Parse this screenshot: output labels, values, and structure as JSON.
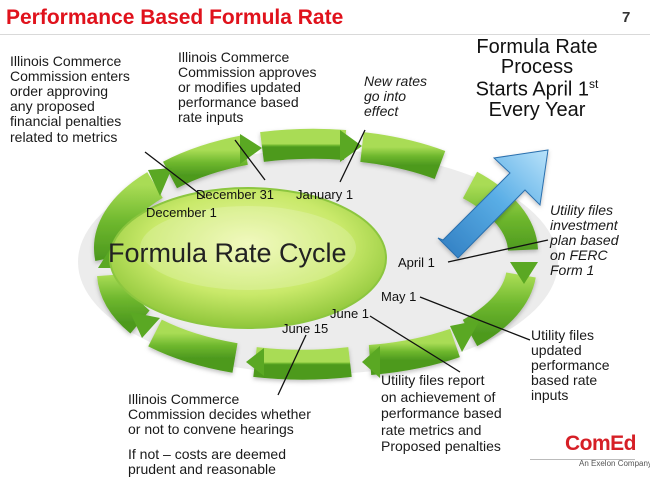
{
  "header": {
    "title": "Performance Based Formula Rate",
    "page_number": "7"
  },
  "center_label": "Formula Rate Cycle",
  "process_note": "Formula Rate\nProcess\nStarts April 1",
  "process_note_sup": "st",
  "process_note_tail": "Every Year",
  "dates": {
    "dec31": "December 31",
    "jan1": "January 1",
    "dec1": "December 1",
    "apr1": "April 1",
    "may1": "May 1",
    "jun1": "June 1",
    "jun15": "June 15"
  },
  "callouts": {
    "icc_order": "Illinois Commerce\nCommission enters\norder approving\nany proposed\nfinancial penalties\nrelated to metrics",
    "icc_approves": "Illinois Commerce\nCommission approves\nor modifies updated\nperformance based\nrate inputs",
    "new_rates": "New rates\ngo into\neffect",
    "investment_plan": "Utility files\ninvestment\nplan based\non FERC\nForm 1",
    "updated_inputs": "Utility files\nupdated\nperformance\nbased rate\ninputs",
    "report": "Utility files report\non achievement of\nperformance based\nrate metrics and\nProposed penalties",
    "hearings": "Illinois Commerce\nCommission decides whether\nor not to convene hearings",
    "if_not": "If not – costs are deemed\nprudent and reasonable"
  },
  "logo": {
    "name": "ComEd",
    "tagline": "An Exelon Company"
  },
  "colors": {
    "title_red": "#e0121c",
    "ring_green": "#6fb82e",
    "center_green": "#c9e96a",
    "arrow_blue": "#4a98d4",
    "logo_red": "#d61f26"
  }
}
